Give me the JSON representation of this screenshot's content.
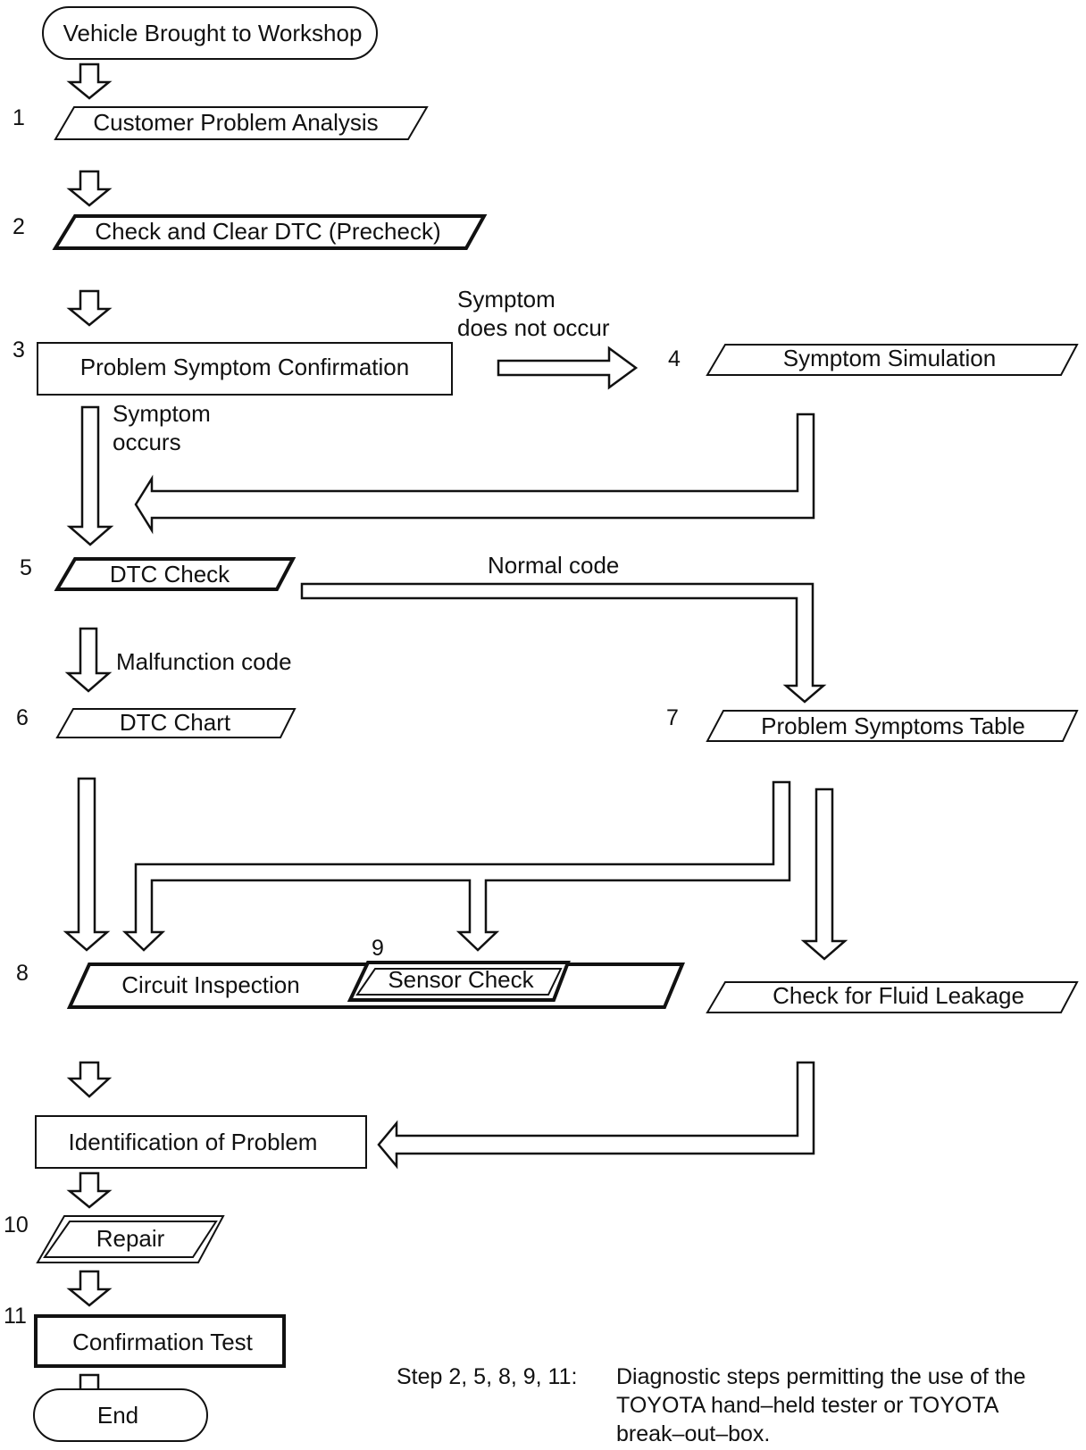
{
  "steps": {
    "start": "Vehicle Brought to Workshop",
    "s1": {
      "num": "1",
      "label": "Customer Problem Analysis"
    },
    "s2": {
      "num": "2",
      "label": "Check and Clear DTC (Precheck)"
    },
    "s3": {
      "num": "3",
      "label": "Problem Symptom Confirmation"
    },
    "s4": {
      "num": "4",
      "label": "Symptom Simulation"
    },
    "s5": {
      "num": "5",
      "label": "DTC Check"
    },
    "s6": {
      "num": "6",
      "label": "DTC Chart"
    },
    "s7": {
      "num": "7",
      "label": "Problem Symptoms Table"
    },
    "s8": {
      "num": "8",
      "label": "Circuit Inspection"
    },
    "s9": {
      "num": "9",
      "label": "Sensor Check"
    },
    "fluid": "Check for Fluid Leakage",
    "ident": "Identification of Problem",
    "s10": {
      "num": "10",
      "label": "Repair"
    },
    "s11": {
      "num": "11",
      "label": "Confirmation Test"
    },
    "end": "End"
  },
  "edge_labels": {
    "not_occur_line1": "Symptom",
    "not_occur_line2": "does not occur",
    "occurs_line1": "Symptom",
    "occurs_line2": "occurs",
    "normal_code": "Normal code",
    "malfunction_code": "Malfunction code"
  },
  "note": {
    "prefix": "Step 2, 5, 8, 9, 11:",
    "line1": "Diagnostic steps permitting the use of the",
    "line2": "TOYOTA hand–held tester or TOYOTA",
    "line3": "break–out–box."
  }
}
